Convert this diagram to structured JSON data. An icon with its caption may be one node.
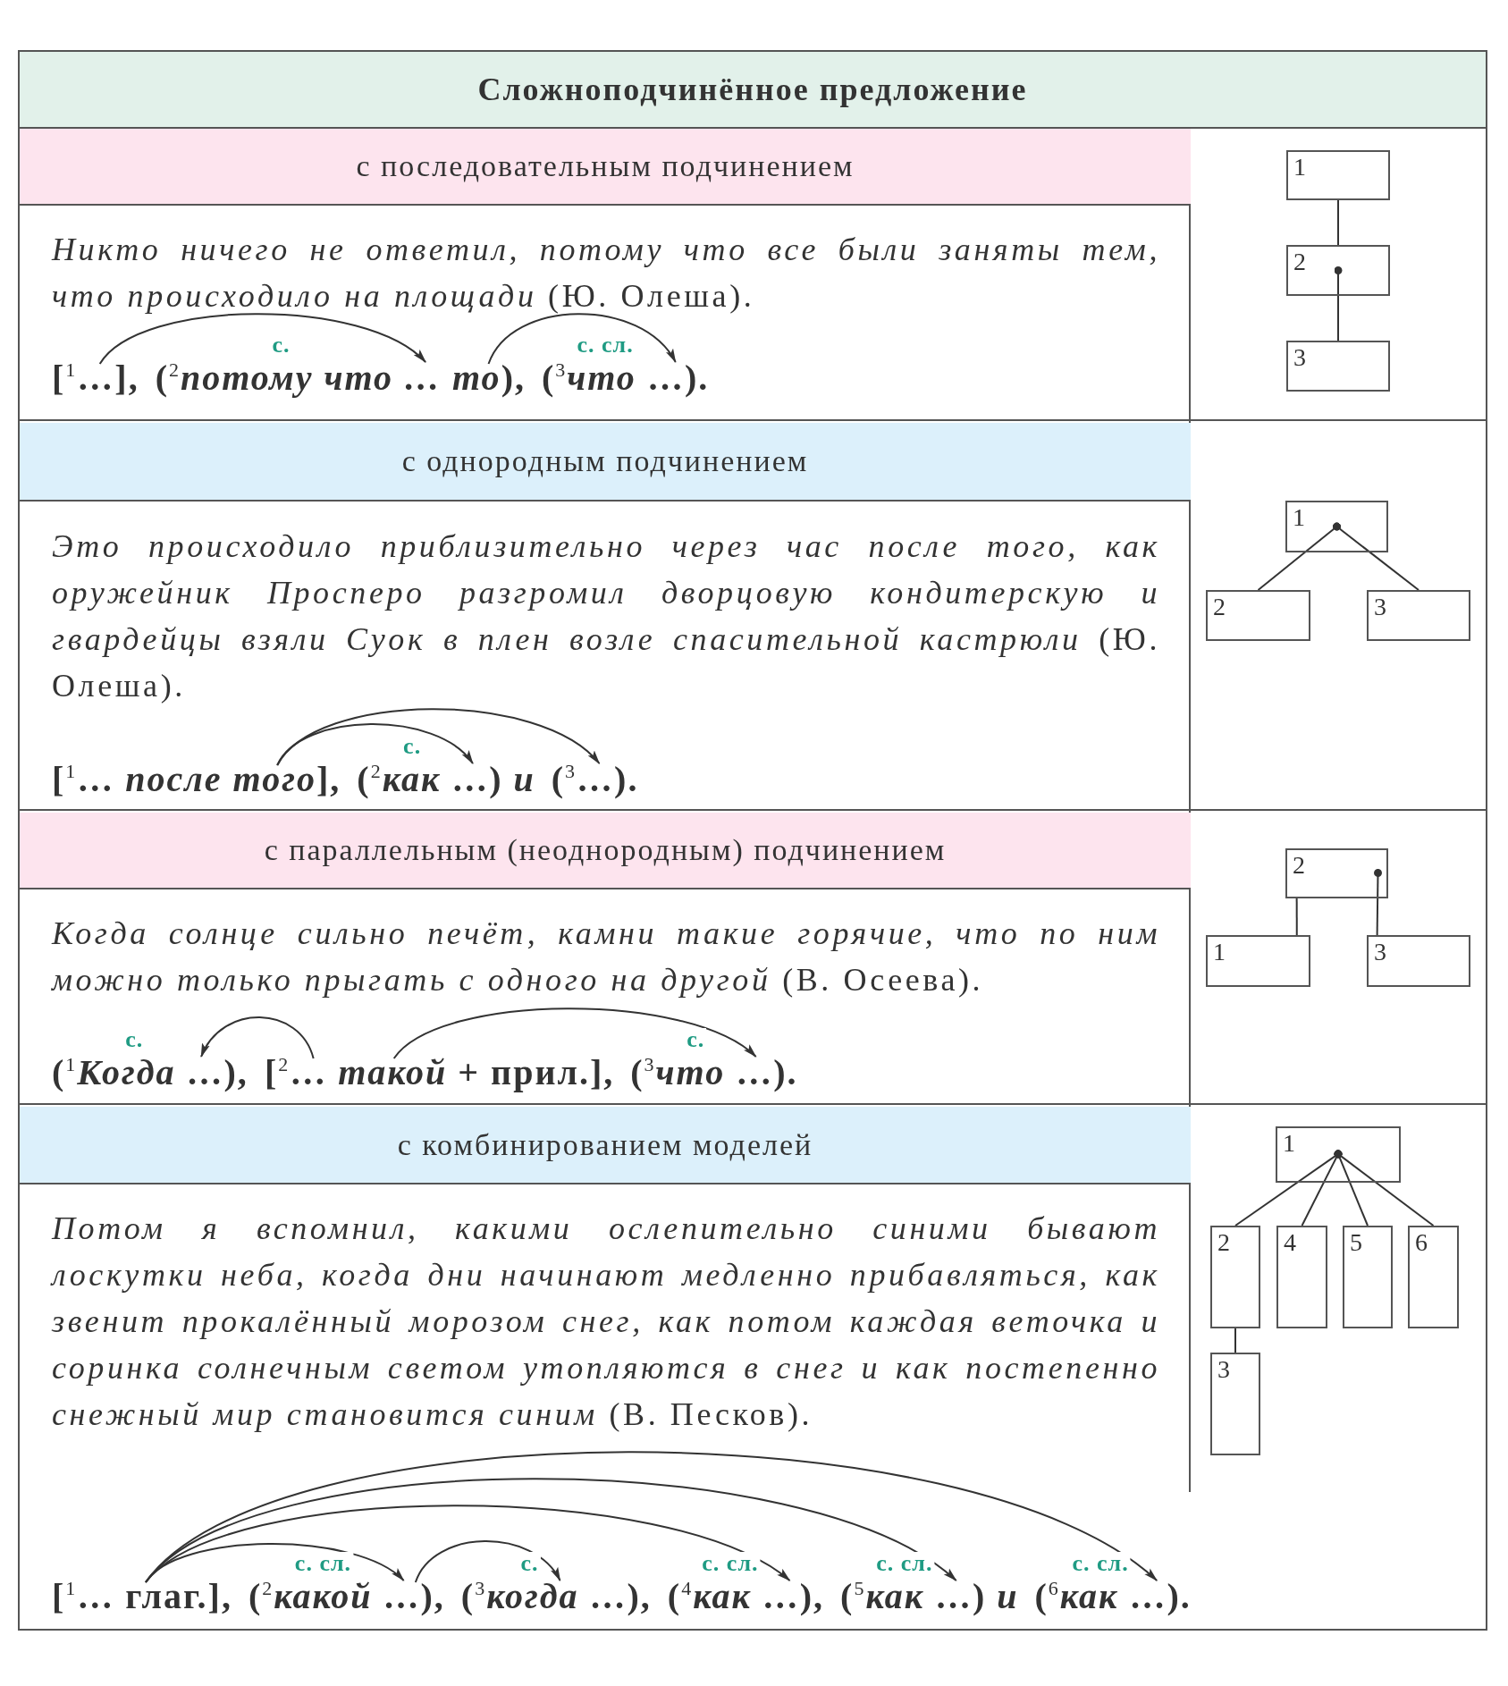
{
  "diagram": {
    "nodes": [
      {
        "text": [
          "Сложноподчинённое предложение"
        ]
      },
      {
        "text": [
          "с последовательным подчинением"
        ]
      },
      {
        "text": [
          "[$^{1}$…],"
        ]
      },
      {
        "text": [
          "($^{2}$*потому что … то*),"
        ]
      },
      {
        "text": [
          "($^{3}$*что* …)."
        ]
      },
      {
        "text": [
          "1"
        ]
      },
      {
        "text": [
          "2"
        ]
      },
      {
        "text": [
          "3"
        ]
      },
      {
        "text": [
          "с однородным подчинением"
        ]
      },
      {
        "text": [
          "[$^{1}$… *после того*],"
        ]
      },
      {
        "text": [
          "($^{2}$*как* …) *и*"
        ]
      },
      {
        "text": [
          "($^{3}$…)."
        ]
      },
      {
        "text": [
          "1"
        ]
      },
      {
        "text": [
          "2"
        ]
      },
      {
        "text": [
          "3"
        ]
      },
      {
        "text": [
          "с параллельным (неоднородным) подчинением"
        ]
      },
      {
        "text": [
          "($^{1}$*Когда* …),"
        ]
      },
      {
        "text": [
          "[$^{2}$… *такой* + прил.],"
        ]
      },
      {
        "text": [
          "($^{3}$*что* …)."
        ]
      },
      {
        "text": [
          "2"
        ]
      },
      {
        "text": [
          "1"
        ]
      },
      {
        "text": [
          "3"
        ]
      },
      {
        "text": [
          "с комбинированием моделей"
        ]
      },
      {
        "text": [
          "[$^{1}$… глаг.],"
        ]
      },
      {
        "text": [
          "($^{2}$*какой* …),"
        ]
      },
      {
        "text": [
          "($^{3}$*когда* …),"
        ]
      },
      {
        "text": [
          "($^{4}$*как* …),"
        ]
      },
      {
        "text": [
          "($^{5}$*как* …) *и*"
        ]
      },
      {
        "text": [
          "($^{6}$*как* …)."
        ]
      },
      {
        "text": [
          "1"
        ]
      },
      {
        "text": [
          "2"
        ]
      },
      {
        "text": [
          "4"
        ]
      },
      {
        "text": [
          "5"
        ]
      },
      {
        "text": [
          "6"
        ]
      },
      {
        "text": [
          "3"
        ]
      }
    ],
    "edges": [
      {
        "from": 2,
        "to": 3,
        "arrow": "to",
        "label": "с."
      },
      {
        "from": 3,
        "to": 4,
        "arrow": "to",
        "label": "с. сл."
      },
      {
        "from": 5,
        "to": 6,
        "arrow": "none"
      },
      {
        "from": 6,
        "to": 7,
        "arrow": "other"
      },
      {
        "from": 9,
        "to": 10,
        "arrow": "to",
        "label": "с."
      },
      {
        "from": 9,
        "to": 11,
        "arrow": "to"
      },
      {
        "from": 12,
        "to": 13,
        "arrow": "other"
      },
      {
        "from": 12,
        "to": 14,
        "arrow": "other"
      },
      {
        "from": 17,
        "to": 16,
        "arrow": "to",
        "label": "с."
      },
      {
        "from": 17,
        "to": 18,
        "arrow": "to",
        "label": "с."
      },
      {
        "from": 19,
        "to": 20,
        "arrow": "none"
      },
      {
        "from": 19,
        "to": 21,
        "arrow": "other"
      },
      {
        "from": 23,
        "to": 24,
        "arrow": "to",
        "label": "с. сл."
      },
      {
        "from": 24,
        "to": 25,
        "arrow": "to",
        "label": "с."
      },
      {
        "from": 23,
        "to": 26,
        "arrow": "to",
        "label": "с. сл."
      },
      {
        "from": 23,
        "to": 27,
        "arrow": "to",
        "label": "с. сл."
      },
      {
        "from": 23,
        "to": 28,
        "arrow": "to",
        "label": "с. сл."
      },
      {
        "from": 29,
        "to": 30,
        "arrow": "other"
      },
      {
        "from": 29,
        "to": 31,
        "arrow": "other"
      },
      {
        "from": 29,
        "to": 32,
        "arrow": "other"
      },
      {
        "from": 29,
        "to": 33,
        "arrow": "other"
      },
      {
        "from": 30,
        "to": 34,
        "arrow": "none"
      }
    ],
    "labels": [
      "*Никто ничего не ответил, потому что все были заняты тем, что происходило на площади* (Ю. Олеша).",
      "*Это происходило приблизительно через час после того, как оружейник Просперо разгромил дворцовую кондитерскую и гвардейцы взяли Суок в плен возле спасительной кастрюли* (Ю. Олеша).",
      "*Когда солнце сильно печёт, камни такие горячие, что по ним можно только прыгать с одного на другой* (В. Осеева).",
      "*Потом я вспомнил, какими ослепительно синими бывают лоскутки неба, когда дни начинают медленно прибавляться, как звенит прокалённый морозом снег, как потом каждая веточка и соринка солнечным светом утопляются в снег и как постепенно снежный мир становится синим* (В. Песков)."
    ]
  }
}
